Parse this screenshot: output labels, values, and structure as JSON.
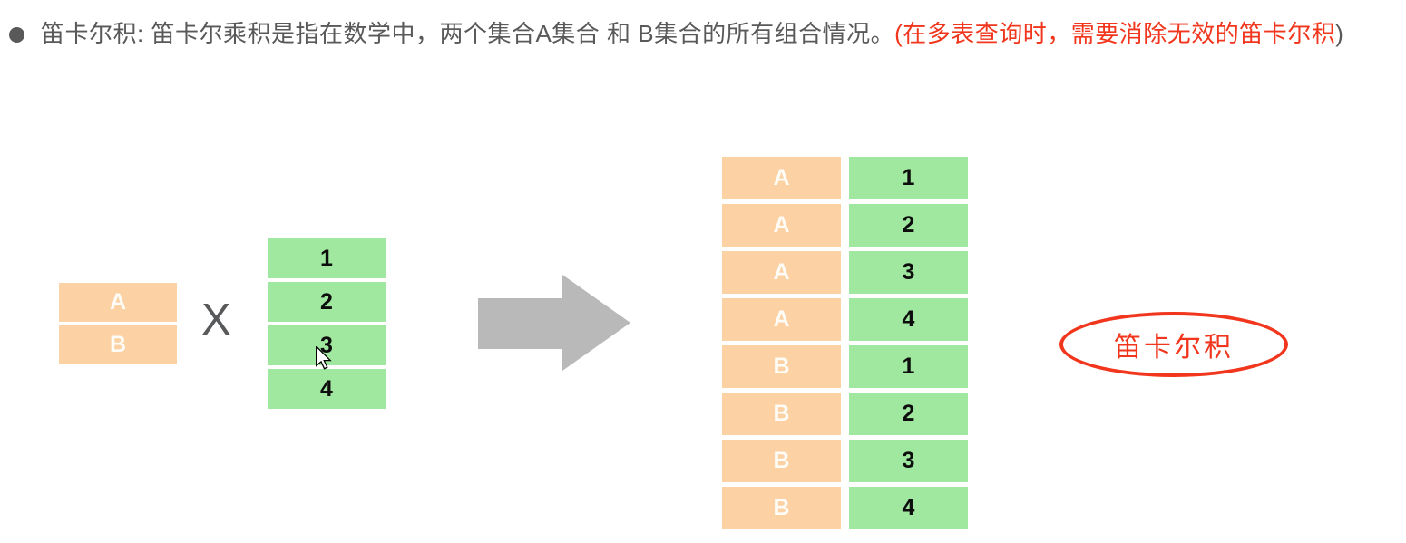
{
  "colors": {
    "background": "#ffffff",
    "text_gray": "#595959",
    "accent_red": "#f1361d",
    "box_orange": "#fcd1a4",
    "box_green": "#a0e89f",
    "arrow_gray": "#b9b9b9"
  },
  "note": {
    "bullet_icon": "filled-circle",
    "text_gray": "笛卡尔积: 笛卡尔乘积是指在数学中，两个集合A集合 和 B集合的所有组合情况。",
    "text_red": "(在多表查询时，需要消除无效的笛卡尔积",
    "text_close": ")"
  },
  "diagram": {
    "set_a": {
      "rows": [
        "A",
        "B"
      ]
    },
    "operator": "X",
    "set_b": {
      "rows": [
        "1",
        "2",
        "3",
        "4"
      ]
    },
    "result": {
      "rows": [
        {
          "letter": "A",
          "number": "1"
        },
        {
          "letter": "A",
          "number": "2"
        },
        {
          "letter": "A",
          "number": "3"
        },
        {
          "letter": "A",
          "number": "4"
        },
        {
          "letter": "B",
          "number": "1"
        },
        {
          "letter": "B",
          "number": "2"
        },
        {
          "letter": "B",
          "number": "3"
        },
        {
          "letter": "B",
          "number": "4"
        }
      ]
    },
    "callout_label": "笛卡尔积"
  }
}
